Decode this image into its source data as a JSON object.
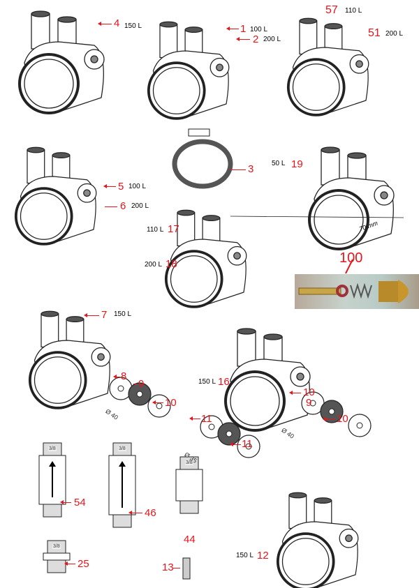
{
  "callouts": [
    {
      "id": "4",
      "capacity": "150 L"
    },
    {
      "id": "1",
      "capacity": "100 L"
    },
    {
      "id": "2",
      "capacity": "200 L"
    },
    {
      "id": "57",
      "capacity": "110 L"
    },
    {
      "id": "51",
      "capacity": "200 L"
    },
    {
      "id": "3"
    },
    {
      "id": "19",
      "capacity": "50  L"
    },
    {
      "id": "5",
      "capacity": "100 L"
    },
    {
      "id": "6",
      "capacity": "200 L"
    },
    {
      "id": "17",
      "capacity": "110 L"
    },
    {
      "id": "18",
      "capacity": "200 L"
    },
    {
      "id": "100"
    },
    {
      "id": "7",
      "capacity": "150 L"
    },
    {
      "id": "8"
    },
    {
      "id": "9"
    },
    {
      "id": "10"
    },
    {
      "id": "16",
      "capacity": "150 L"
    },
    {
      "id": "10"
    },
    {
      "id": "9"
    },
    {
      "id": "10"
    },
    {
      "id": "11"
    },
    {
      "id": "11"
    },
    {
      "id": "54"
    },
    {
      "id": "46"
    },
    {
      "id": "44"
    },
    {
      "id": "25"
    },
    {
      "id": "13"
    },
    {
      "id": "12",
      "capacity": "150 L"
    }
  ],
  "dimensions": {
    "length": "70 mm",
    "dia_40": "Ø 40",
    "dia_40b": "Ø 40",
    "dia_35": "Ø 35"
  },
  "thread_label": "3/8"
}
